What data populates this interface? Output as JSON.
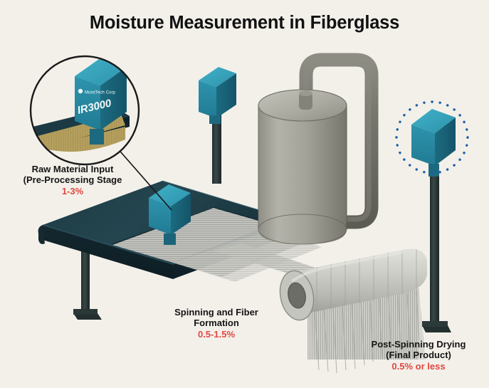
{
  "page": {
    "background_color": "#f3f0ea",
    "title": "Moisture Measurement in Fiberglass"
  },
  "device": {
    "brand_text": "MoistTech Corp",
    "model_text": "IR3000",
    "body_color": "#2a8fa8",
    "body_color_dark": "#1d6e84",
    "body_color_light": "#3aa7bf"
  },
  "callouts": [
    {
      "id": "raw-material-input",
      "line1": "Raw Material Input",
      "line2": "(Pre-Processing Stage",
      "value": "1-3%",
      "value_color": "#e2473f",
      "marker": "magnifier-circle"
    },
    {
      "id": "spinning-fiber-formation",
      "line1": "Spinning and Fiber",
      "line2": "Formation",
      "value": "0.5-1.5%",
      "value_color": "#e2473f",
      "marker": "sensor-on-conveyor"
    },
    {
      "id": "post-spinning-drying",
      "line1": "Post-Spinning Drying",
      "line2": "(Final Product)",
      "value": "0.5% or less",
      "value_color": "#e2473f",
      "marker": "dotted-circle"
    }
  ],
  "scene": {
    "conveyor_color": "#1e3a42",
    "conveyor_color_dark": "#12252b",
    "post_color": "#2d3b3b",
    "tank_color": "#9b9b92",
    "tank_color_dark": "#7d7d74",
    "roll_color": "#c9c9c4",
    "fiber_color": "#b9b9b3",
    "raw_material_color": "#b7a05e",
    "dotted_circle_color": "#1f5fa8",
    "magnifier_ring_color": "#1a1a1a",
    "leader_line_color": "#1a1a1a"
  }
}
